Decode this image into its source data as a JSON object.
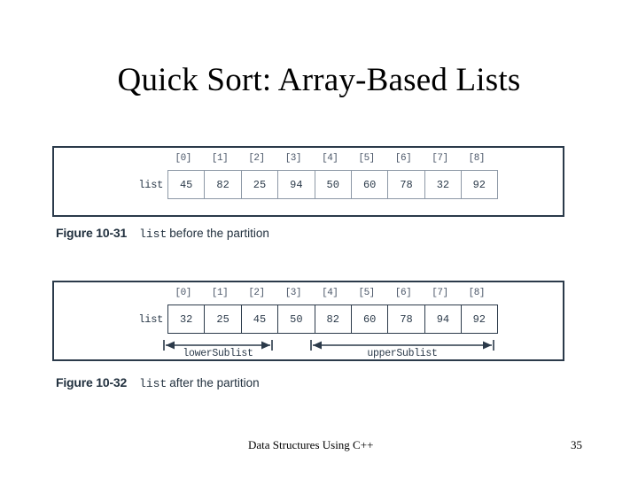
{
  "slide": {
    "title": "Quick Sort: Array-Based Lists"
  },
  "figures": [
    {
      "id": "figure-10-31",
      "array_label": "list",
      "indices": [
        "[0]",
        "[1]",
        "[2]",
        "[3]",
        "[4]",
        "[5]",
        "[6]",
        "[7]",
        "[8]"
      ],
      "values": [
        "45",
        "82",
        "25",
        "94",
        "50",
        "60",
        "78",
        "32",
        "92"
      ],
      "caption_number": "Figure 10-31",
      "caption_mono": "list",
      "caption_rest": "before the partition",
      "sublists": []
    },
    {
      "id": "figure-10-32",
      "array_label": "list",
      "indices": [
        "[0]",
        "[1]",
        "[2]",
        "[3]",
        "[4]",
        "[5]",
        "[6]",
        "[7]",
        "[8]"
      ],
      "values": [
        "32",
        "25",
        "45",
        "50",
        "82",
        "60",
        "78",
        "94",
        "92"
      ],
      "caption_number": "Figure 10-32",
      "caption_mono": "list",
      "caption_rest": "after the partition",
      "sublists": [
        {
          "label": "lowerSublist",
          "from_index": "[0]",
          "to_index": "[2]"
        },
        {
          "label": "upperSublist",
          "from_index": "[4]",
          "to_index": "[8]"
        }
      ]
    }
  ],
  "footer": {
    "source": "Data Structures Using C++",
    "page_number": "35"
  },
  "colors": {
    "figure_border": "#2b3a4a",
    "cell_border_light": "#8d98a6",
    "text_navy": "#2b3a4a",
    "index_text": "#4a5668",
    "background": "#ffffff"
  }
}
